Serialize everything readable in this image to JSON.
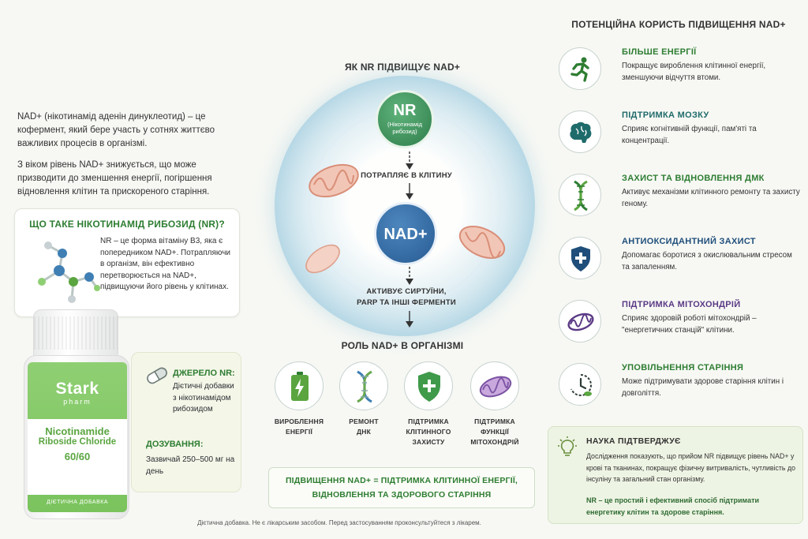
{
  "intro": {
    "p1": "NAD+ (нікотинамід аденін динуклеотид) – це кофермент, який бере участь у сотнях життєво важливих процесів в організмі.",
    "p2": "З віком рівень NAD+ знижується, що може призводити до зменшення енергії, погіршення відновлення клітин та прискореного старіння."
  },
  "nr_card": {
    "title": "ЩО ТАКЕ НІКОТИНАМІД РИБОЗИД (NR)?",
    "text": "NR – це форма вітаміну B3, яка є попередником NAD+. Потрапляючи в організм, він ефективно перетворюється на NAD+, підвищуючи його рівень у клітинах."
  },
  "bottle": {
    "logo": "Stark",
    "logo_sub": "pharm",
    "product_line1": "Nicotinamide",
    "product_line2": "Riboside Chloride",
    "count": "60/60",
    "footer": "ДІЄТИЧНА ДОБАВКА"
  },
  "source_card": {
    "source_title": "ДЖЕРЕЛО NR:",
    "source_text": "Дієтичні добавки з нікотинамідом рибозидом",
    "dose_title": "ДОЗУВАННЯ:",
    "dose_text": "Зазвичай 250–500 мг на день"
  },
  "center": {
    "title": "ЯК NR ПІДВИЩУЄ NAD+",
    "nr_label": "NR",
    "nr_sub": "(Нікотинамід рибозид)",
    "step1": "ПОТРАПЛЯЄ В КЛІТИНУ",
    "nad_label": "NAD+",
    "step2_line1": "АКТИВУЄ СИРТУЇНИ,",
    "step2_line2": "PARP ТА ІНШІ ФЕРМЕНТИ",
    "role_title": "РОЛЬ NAD+ В ОРГАНІЗМІ",
    "roles": [
      {
        "line1": "ВИРОБЛЕННЯ",
        "line2": "ЕНЕРГІЇ",
        "line3": ""
      },
      {
        "line1": "РЕМОНТ",
        "line2": "ДНК",
        "line3": ""
      },
      {
        "line1": "ПІДТРИМКА",
        "line2": "КЛІТИННОГО",
        "line3": "ЗАХИСТУ"
      },
      {
        "line1": "ПІДТРИМКА",
        "line2": "ФУНКЦІЇ",
        "line3": "МІТОХОНДРІЙ"
      }
    ],
    "banner_line1": "ПІДВИЩЕННЯ NAD+ = ПІДТРИМКА КЛІТИННОЇ ЕНЕРГІЇ,",
    "banner_line2": "ВІДНОВЛЕННЯ ТА ЗДОРОВОГО СТАРІННЯ"
  },
  "footnote": "Дієтична добавка. Не є лікарським засобом. Перед застосуванням проконсультуйтеся з лікарем.",
  "right": {
    "title": "ПОТЕНЦІЙНА КОРИСТЬ ПІДВИЩЕННЯ NAD+",
    "benefits": [
      {
        "title": "БІЛЬШЕ ЕНЕРГІЇ",
        "text": "Покращує вироблення клітинної енергії, зменшуючи відчуття втоми.",
        "color": "#2e7d32",
        "icon": "running-person-icon"
      },
      {
        "title": "ПІДТРИМКА МОЗКУ",
        "text": "Сприяє когнітивній функції, пам'яті та концентрації.",
        "color": "#1f6b6b",
        "icon": "brain-icon"
      },
      {
        "title": "ЗАХИСТ ТА ВІДНОВЛЕННЯ ДМК",
        "text": "Активує механізми клітинного ремонту та захисту геному.",
        "color": "#2e7d32",
        "icon": "dna-icon"
      },
      {
        "title": "АНТИОКСИДАНТНИЙ ЗАХИСТ",
        "text": "Допомагає боротися з окислювальним стресом та запаленням.",
        "color": "#1f4e7a",
        "icon": "shield-plus-icon"
      },
      {
        "title": "ПІДТРИМКА МІТОХОНДРІЙ",
        "text": "Сприяє здоровій роботі мітохондрій – \"енергетичних станцій\" клітини.",
        "color": "#5b3a86",
        "icon": "mitochondria-icon"
      },
      {
        "title": "УПОВІЛЬНЕННЯ СТАРІННЯ",
        "text": "Може підтримувати здорове старіння клітин і довголіття.",
        "color": "#2e7d32",
        "icon": "clock-icon"
      }
    ],
    "science_title": "НАУКА ПІДТВЕРДЖУЄ",
    "science_text": "Дослідження показують, що прийом NR підвищує рівень NAD+ у крові та тканинах, покращує фізичну витривалість, чутливість до інсуліну та загальний стан організму.",
    "science_text2": "NR – це простий і ефективний спосіб підтримати енергетику клітин та здорове старіння."
  },
  "colors": {
    "green": "#2e7d32",
    "blue": "#275c93",
    "purple": "#5b3a86",
    "label_green": "#7ac35d"
  }
}
